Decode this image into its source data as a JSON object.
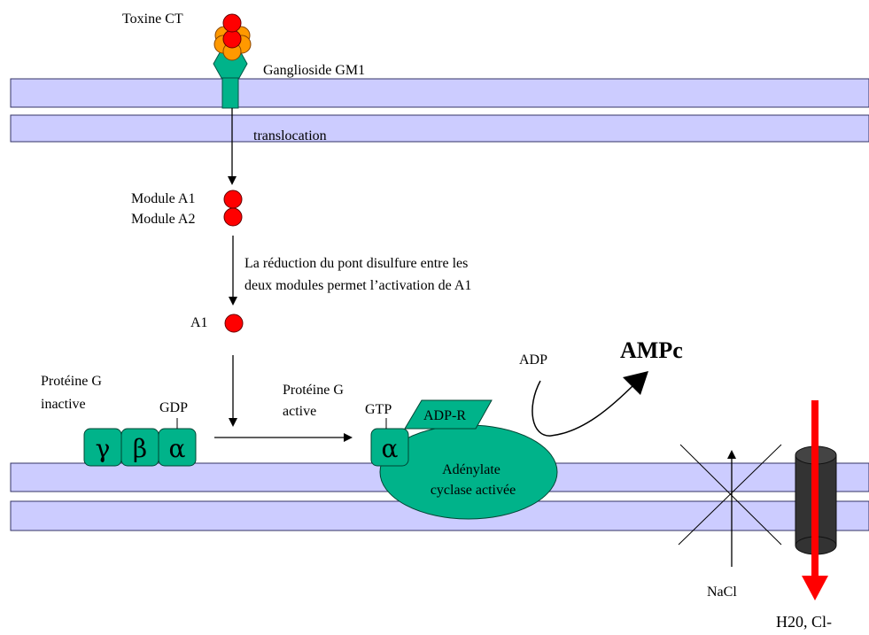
{
  "labels": {
    "toxin": "Toxine CT",
    "ganglioside": "Ganglioside GM1",
    "translocation": "translocation",
    "module_a1": "Module A1",
    "module_a2": "Module A2",
    "reduction_line1": "La réduction du pont disulfure entre les",
    "reduction_line2": "deux modules permet l’activation de A1",
    "a1": "A1",
    "g_inactive_line1": "Protéine G",
    "g_inactive_line2": "inactive",
    "gdp": "GDP",
    "gamma": "γ",
    "beta": "β",
    "alpha": "α",
    "g_active_line1": "Protéine G",
    "g_active_line2": "active",
    "gtp": "GTP",
    "alpha_active": "α",
    "adp_r": "ADP-R",
    "cyclase_line1": "Adénylate",
    "cyclase_line2": "cyclase activée",
    "adp": "ADP",
    "ampc": "AMPc",
    "nacl": "NaCl",
    "h2o_cl": "H20, Cl-"
  },
  "colors": {
    "membrane_fill": "#ccccff",
    "membrane_stroke": "#333366",
    "protein_green": "#00b38a",
    "toxin_red": "#ff0000",
    "toxin_orange": "#ff9900",
    "channel_dark": "#333333",
    "flow_red": "#ff0000"
  }
}
